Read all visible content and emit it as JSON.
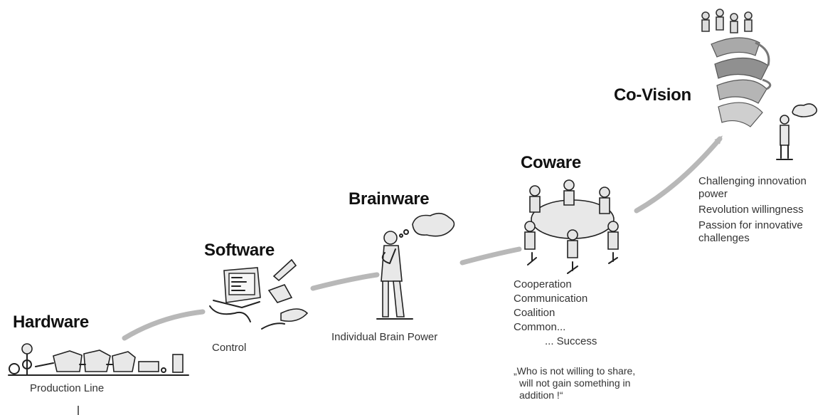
{
  "stages": {
    "hardware": {
      "title": "Hardware",
      "caption": "Production Line"
    },
    "software": {
      "title": "Software",
      "caption": "Control"
    },
    "brainware": {
      "title": "Brainware",
      "caption": "Individual Brain Power"
    },
    "coware": {
      "title": "Coware",
      "items": [
        "Cooperation",
        "Communication",
        "Coalition",
        "Common...",
        "... Success"
      ],
      "quote": [
        "„Who is not willing to share,",
        "will not gain something in",
        "addition !“"
      ]
    },
    "covision": {
      "title": "Co-Vision",
      "items": [
        "Challenging innovation",
        "power",
        "Revolution willingness",
        "Passion for innovative",
        "challenges"
      ]
    }
  },
  "colors": {
    "path": "#b8b8b8",
    "text": "#333333",
    "title": "#111111"
  },
  "icons": [
    "production-line-icon",
    "computer-icon",
    "thinking-person-icon",
    "meeting-table-icon",
    "spiral-vision-icon"
  ]
}
